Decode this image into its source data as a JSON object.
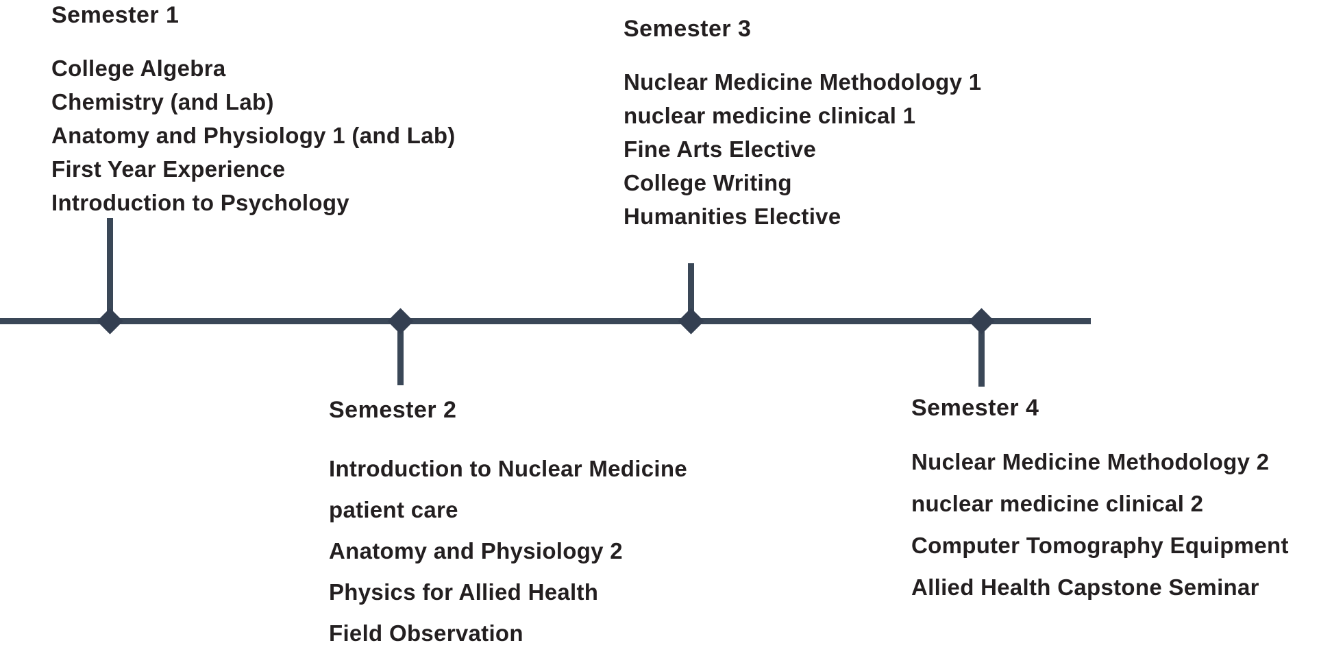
{
  "colors": {
    "background": "#ffffff",
    "timeline": "#3a4757",
    "marker": "#343f51",
    "text": "#231f20"
  },
  "timeline": {
    "type": "horizontal-semester-timeline",
    "marker_shape": "diamond",
    "markers": [
      {
        "semester": "Semester 1",
        "connector_direction": "up"
      },
      {
        "semester": "Semester 2",
        "connector_direction": "down"
      },
      {
        "semester": "Semester 3",
        "connector_direction": "up"
      },
      {
        "semester": "Semester 4",
        "connector_direction": "down"
      }
    ]
  },
  "semesters": [
    {
      "title": "Semester 1",
      "side": "above",
      "courses": [
        "College Algebra",
        "Chemistry (and Lab)",
        "Anatomy and Physiology 1 (and Lab)",
        "First Year Experience",
        "Introduction to Psychology"
      ]
    },
    {
      "title": "Semester 2",
      "side": "below",
      "courses": [
        "Introduction to Nuclear Medicine",
        "patient care",
        "Anatomy and Physiology 2",
        "Physics for Allied Health",
        "Field Observation"
      ]
    },
    {
      "title": "Semester 3",
      "side": "above",
      "courses": [
        "Nuclear Medicine Methodology 1",
        "nuclear medicine clinical 1",
        "Fine Arts Elective",
        "College Writing",
        "Humanities Elective"
      ]
    },
    {
      "title": "Semester 4",
      "side": "below",
      "courses": [
        "Nuclear Medicine Methodology 2",
        "nuclear medicine clinical 2",
        "Computer Tomography Equipment",
        "Allied Health Capstone Seminar"
      ]
    }
  ]
}
